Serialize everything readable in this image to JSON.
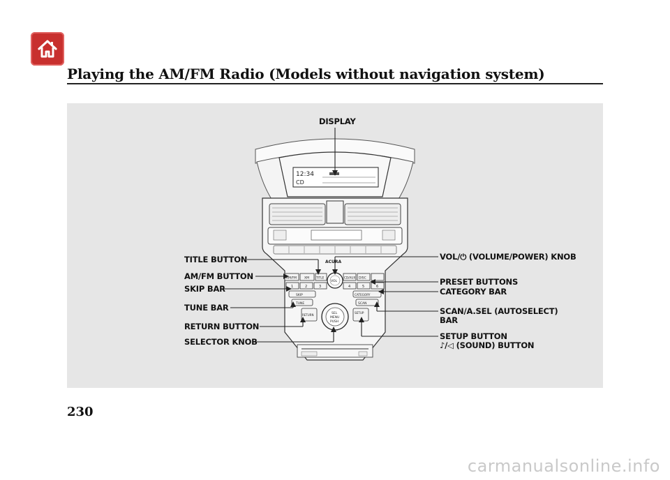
{
  "header": {
    "home_icon": "home-icon",
    "home_color": "#c8302e",
    "title": "Playing the AM/FM Radio (Models without navigation system)"
  },
  "figure": {
    "callouts": {
      "display": "DISPLAY",
      "title_button": "TITLE BUTTON",
      "amfm_button": "AM/FM BUTTON",
      "skip_bar": "SKIP BAR",
      "tune_bar": "TUNE BAR",
      "return_button": "RETURN BUTTON",
      "selector_knob": "SELECTOR KNOB",
      "vol_knob": "VOL/⏻ (VOLUME/POWER) KNOB",
      "preset_buttons": "PRESET BUTTONS",
      "category_bar": "CATEGORY BAR",
      "scan_bar_line1": "SCAN/A.SEL (AUTOSELECT)",
      "scan_bar_line2": "BAR",
      "setup_button": "SETUP BUTTON",
      "sound_button": "♪/◁ (SOUND) BUTTON"
    },
    "panel_labels": {
      "display_time": "12:34",
      "display_src": "CD",
      "brand": "ACURA",
      "btn_amfm": "AM/FM",
      "btn_xm": "XM",
      "btn_title": "TITLE",
      "btn_vol": "VOL",
      "btn_cd": "CD/AUX",
      "btn_disc": "DISC",
      "btn_skip": "SKIP",
      "btn_tune": "TUNE",
      "btn_category": "CATEGORY",
      "btn_scan": "SCAN",
      "btn_return": "RETURN",
      "btn_setup": "SETUP",
      "knob_top": "SEL",
      "knob_mid": "MENU",
      "knob_bot": "PUSH",
      "presets": [
        "1",
        "2",
        "3",
        "4",
        "5",
        "6"
      ]
    }
  },
  "footer": {
    "page_number": "230",
    "watermark": "carmanualsonline.info"
  }
}
